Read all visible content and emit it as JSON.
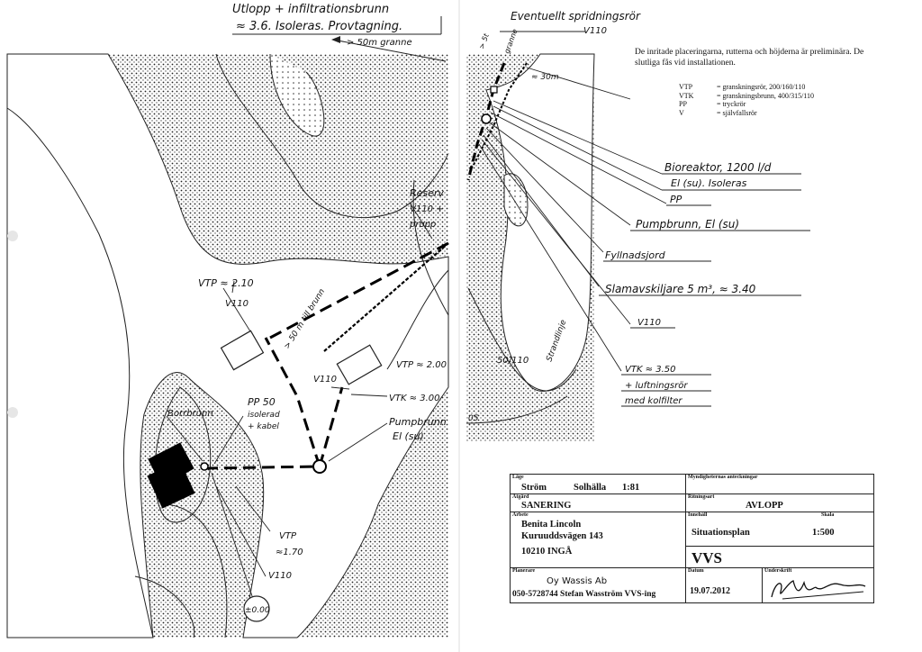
{
  "left_sheet": {
    "labels": {
      "header_line1": "Utlopp + infiltrationsbrunn",
      "header_line2": "≈ 3.6. Isoleras. Provtagning.",
      "arrow_50m": "> 50m granne",
      "reserv": "Reserv",
      "reserv_v110": "V110 +",
      "reserv_propp": "propp",
      "vtp_top": "VTP ≈ 2.10",
      "v110_a": "V110",
      "dist_brunn": "> 50 m till brunn",
      "v110_b": "V110",
      "vtp_right": "VTP ≈ 2.00",
      "vtk": "VTK ≈ 3.00",
      "pp50": "PP 50",
      "isolerad": "isolerad",
      "kabel": "+ kabel",
      "pumpbrunn": "Pumpbrunn",
      "el_su": "El (su)",
      "borrbrunn": "Borrbrunn",
      "vtp_bottom": "VTP",
      "vtp_bottom_val": "≈1.70",
      "v110_c": "V110",
      "zero": "±0.00"
    }
  },
  "right_sheet": {
    "labels": {
      "eventuellt": "Eventuellt spridningsrör",
      "v110_top": "V110",
      "gransr": "> 5t",
      "grans2": "granne",
      "dist_30": "≈ 30m",
      "bioreaktor": "Bioreaktor, 1200 l/d",
      "el_isoleras": "El (su). Isoleras",
      "pp": "PP",
      "pumpbrunn": "Pumpbrunn, El (su)",
      "fyllnadsjord": "Fyllnadsjord",
      "slamavskiljare": "Slamavskiljare 5 m³, ≈ 3.40",
      "v110": "V110",
      "vtk": "VTK ≈ 3.50",
      "luftning": "+ luftningsrör",
      "kolfilter": "med kolfilter",
      "fifty_110": "50/110",
      "strandlinje": "Strandlinje",
      "contour_05": "05"
    },
    "note": "De inritade placeringarna, rutterna och höjderna är preliminära. De slutliga fås vid installationen.",
    "legend": [
      {
        "key": "VTP",
        "value": "= granskningsrör, 200/160/110"
      },
      {
        "key": "VTK",
        "value": "= granskningsbrunn, 400/315/110"
      },
      {
        "key": "PP",
        "value": "= tryckrör"
      },
      {
        "key": "V",
        "value": "= självfallsrör"
      }
    ]
  },
  "title_block": {
    "lage_label": "Läge",
    "lage_a": "Ström",
    "lage_b": "Solhälla",
    "lage_c": "1:81",
    "myndighet_label": "Myndigheternas anteckningar",
    "atgard_label": "Åtgärd",
    "atgard": "SANERING",
    "ritningsart_label": "Ritningsart",
    "ritningsart": "AVLOPP",
    "arbete_label": "Arbete",
    "arbete_name": "Benita Lincoln",
    "arbete_addr": "Kuruuddsvägen 143",
    "arbete_post": "10210 INGÅ",
    "innehall_label": "Innehåll",
    "innehall": "Situationsplan",
    "skala_label": "Skala",
    "skala": "1:500",
    "vvs": "VVS",
    "planerare_label": "Planerare",
    "planerare_company": "Oy Wassis Ab",
    "planerare_contact": "050-5728744   Stefan Wasström VVS-ing",
    "datum_label": "Datum",
    "datum": "19.07.2012",
    "underskrift_label": "Underskrift"
  }
}
